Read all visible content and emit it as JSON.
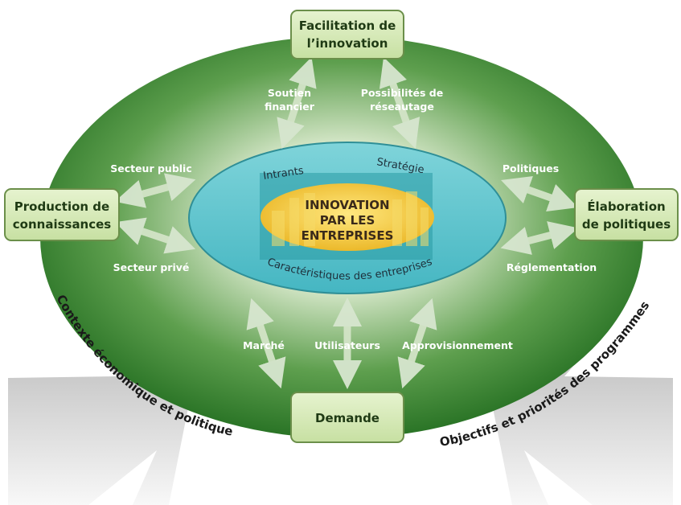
{
  "boxes": {
    "facilitation": [
      "Facilitation de",
      "l’innovation"
    ],
    "production": [
      "Production de",
      "connaissances"
    ],
    "elaboration": [
      "Élaboration",
      "de politiques"
    ],
    "demande": [
      "Demande"
    ]
  },
  "links": {
    "soutien": [
      "Soutien",
      "financier"
    ],
    "reseautage": [
      "Possibilités de",
      "réseautage"
    ],
    "secteur_public": "Secteur public",
    "secteur_prive": "Secteur privé",
    "politiques": "Politiques",
    "reglementation": "Réglementation",
    "marche": "Marché",
    "utilisateurs": "Utilisateurs",
    "approvisionnement": "Approvisionnement"
  },
  "inner": {
    "intrants": "Intrants",
    "strategie": "Stratégie",
    "caracteristiques": "Caractéristiques des entreprises"
  },
  "core": [
    "INNOVATION",
    "PAR LES",
    "ENTREPRISES"
  ],
  "context": {
    "left": "Contexte économique et politique",
    "right": "Objectifs et priorités des programmes"
  },
  "colors": {
    "outer_green": "#2f7d2a",
    "box_fill": "#d7ebb8",
    "inner_teal": "#5ec6cf",
    "core_yellow": "#f2cd3a"
  }
}
